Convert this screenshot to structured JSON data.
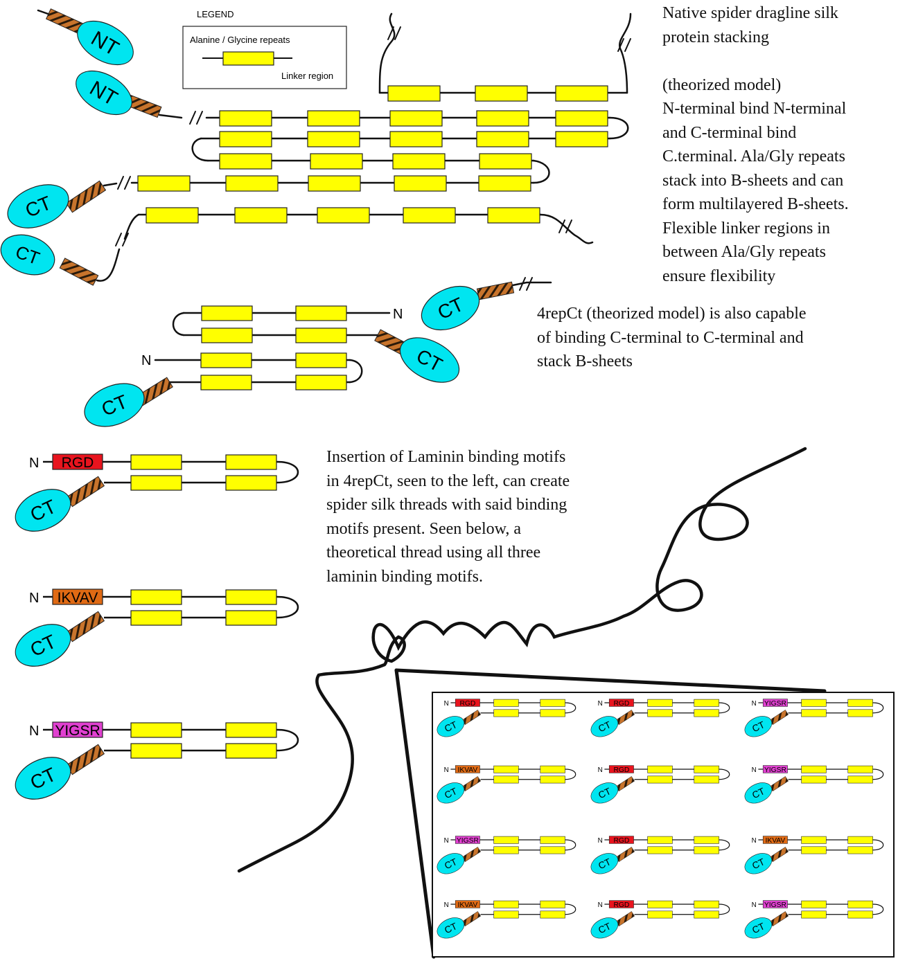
{
  "legend": {
    "title": "LEGEND",
    "repeat_label": "Alanine / Glycine repeats",
    "linker_label": "Linker region"
  },
  "labels": {
    "nt": "NT",
    "ct": "CT",
    "n": "N"
  },
  "motifs": {
    "rgd": "RGD",
    "ikvav": "IKVAV",
    "yigsr": "YIGSR"
  },
  "paragraphs": {
    "native_lines": [
      "Native spider dragline silk",
      "protein stacking",
      "",
      "(theorized model)",
      "N-terminal bind N-terminal",
      "and C-terminal bind",
      "C.terminal. Ala/Gly repeats",
      "stack into B-sheets and can",
      "form multilayered B-sheets.",
      "Flexible linker regions in",
      "between Ala/Gly repeats",
      "ensure flexibility"
    ],
    "repct_lines": [
      "4repCt (theorized model) is also capable",
      "of binding C-terminal to C-terminal and",
      "stack B-sheets"
    ],
    "laminin_lines": [
      "Insertion of Laminin binding motifs",
      "in 4repCt, seen to the left, can create",
      "spider silk threads with said binding",
      "motifs present. Seen below, a",
      "theoretical thread using all three",
      "laminin binding motifs."
    ]
  },
  "colors": {
    "repeat_fill": "#ffff00",
    "terminal_fill": "#00e5f0",
    "rope_fill": "#c8742c",
    "rgd_fill": "#e8141e",
    "ikvav_fill": "#e06a14",
    "yigsr_fill": "#e040d0"
  },
  "inset_grid_motifs": [
    [
      "rgd",
      "rgd",
      "yigsr"
    ],
    [
      "ikvav",
      "rgd",
      "yigsr"
    ],
    [
      "yigsr",
      "rgd",
      "ikvav"
    ],
    [
      "ikvav",
      "rgd",
      "yigsr"
    ]
  ]
}
